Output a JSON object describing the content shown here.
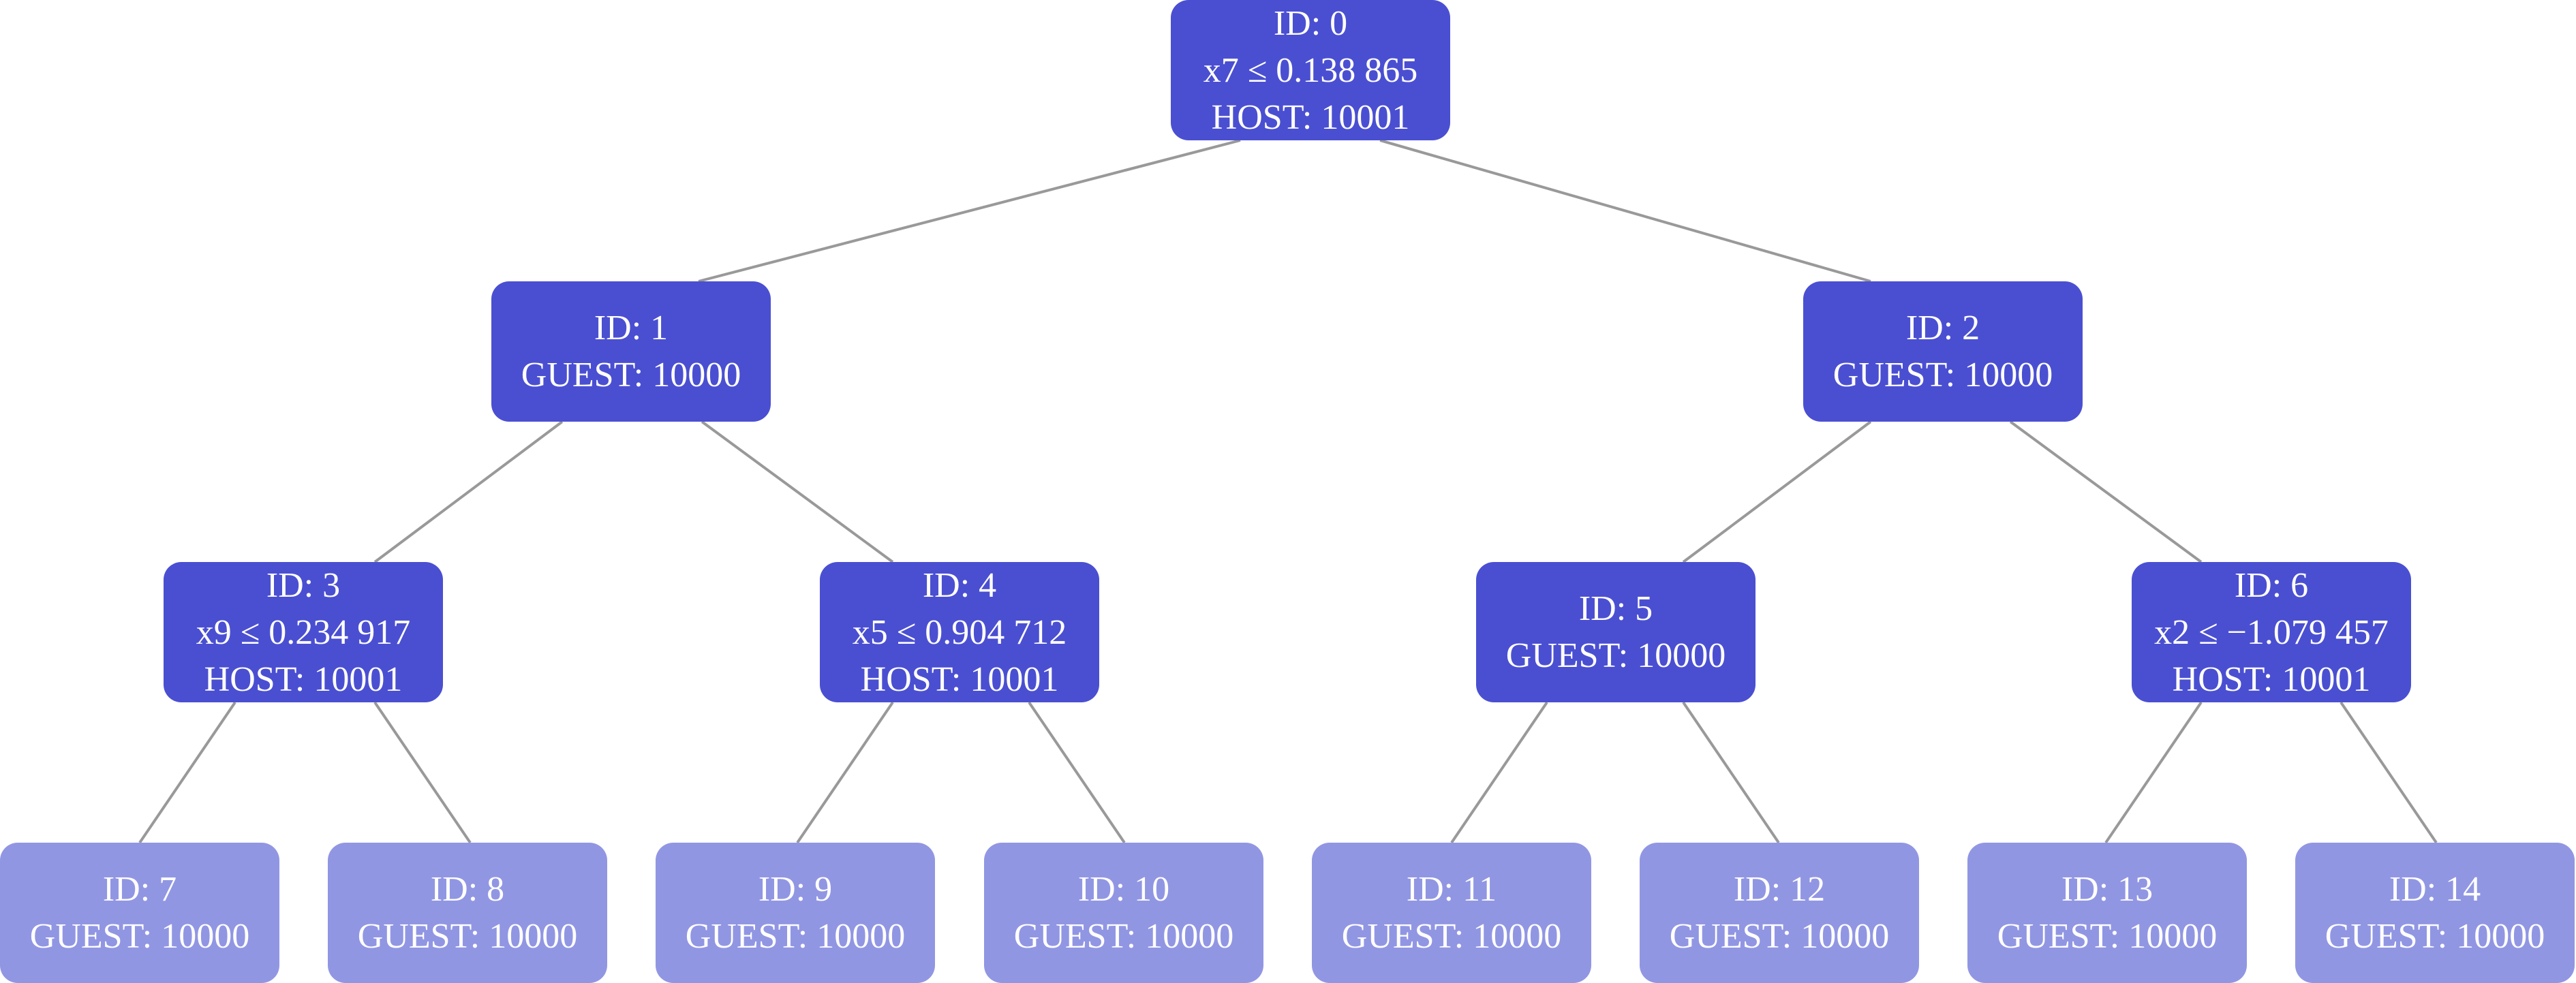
{
  "colors": {
    "internal_node": "#4a4fd1",
    "leaf_node": "#9196e3",
    "edge": "#999999",
    "text": "#ffffff"
  },
  "tree": {
    "nodes": [
      {
        "id": 0,
        "id_label": "ID: 0",
        "rule": "x7 ≤ 0.138 865",
        "party": "HOST: 10001",
        "kind": "internal",
        "children": [
          1,
          2
        ]
      },
      {
        "id": 1,
        "id_label": "ID: 1",
        "rule": "",
        "party": "GUEST: 10000",
        "kind": "internal",
        "children": [
          3,
          4
        ]
      },
      {
        "id": 2,
        "id_label": "ID: 2",
        "rule": "",
        "party": "GUEST: 10000",
        "kind": "internal",
        "children": [
          5,
          6
        ]
      },
      {
        "id": 3,
        "id_label": "ID: 3",
        "rule": "x9 ≤ 0.234 917",
        "party": "HOST: 10001",
        "kind": "internal",
        "children": [
          7,
          8
        ]
      },
      {
        "id": 4,
        "id_label": "ID: 4",
        "rule": "x5 ≤ 0.904 712",
        "party": "HOST: 10001",
        "kind": "internal",
        "children": [
          9,
          10
        ]
      },
      {
        "id": 5,
        "id_label": "ID: 5",
        "rule": "",
        "party": "GUEST: 10000",
        "kind": "internal",
        "children": [
          11,
          12
        ]
      },
      {
        "id": 6,
        "id_label": "ID: 6",
        "rule": "x2 ≤ −1.079 457",
        "party": "HOST: 10001",
        "kind": "internal",
        "children": [
          13,
          14
        ]
      },
      {
        "id": 7,
        "id_label": "ID: 7",
        "rule": "",
        "party": "GUEST: 10000",
        "kind": "leaf",
        "children": []
      },
      {
        "id": 8,
        "id_label": "ID: 8",
        "rule": "",
        "party": "GUEST: 10000",
        "kind": "leaf",
        "children": []
      },
      {
        "id": 9,
        "id_label": "ID: 9",
        "rule": "",
        "party": "GUEST: 10000",
        "kind": "leaf",
        "children": []
      },
      {
        "id": 10,
        "id_label": "ID: 10",
        "rule": "",
        "party": "GUEST: 10000",
        "kind": "leaf",
        "children": []
      },
      {
        "id": 11,
        "id_label": "ID: 11",
        "rule": "",
        "party": "GUEST: 10000",
        "kind": "leaf",
        "children": []
      },
      {
        "id": 12,
        "id_label": "ID: 12",
        "rule": "",
        "party": "GUEST: 10000",
        "kind": "leaf",
        "children": []
      },
      {
        "id": 13,
        "id_label": "ID: 13",
        "rule": "",
        "party": "GUEST: 10000",
        "kind": "leaf",
        "children": []
      },
      {
        "id": 14,
        "id_label": "ID: 14",
        "rule": "",
        "party": "GUEST: 10000",
        "kind": "leaf",
        "children": []
      }
    ]
  }
}
